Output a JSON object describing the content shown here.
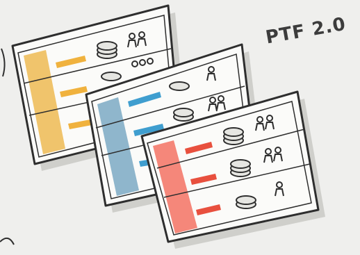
{
  "title": "PTF 2.0",
  "colors": {
    "ink": "#2e2e2e",
    "paper": "#fbfbf9",
    "shadow": "#cfcfcb",
    "background": "#efefed"
  },
  "cards": [
    {
      "name": "card-yellow",
      "accent": "#f0c46c",
      "rows": [
        {
          "coin_stack": 3,
          "people": 2
        },
        {
          "coin_stack": 1,
          "people": 3
        },
        {
          "coin_stack": 0,
          "people": 0
        }
      ]
    },
    {
      "name": "card-blue",
      "accent": "#8fb6cc",
      "rows": [
        {
          "coin_stack": 1,
          "people": 1
        },
        {
          "coin_stack": 2,
          "people": 2
        },
        {
          "coin_stack": 0,
          "people": 0
        }
      ]
    },
    {
      "name": "card-red",
      "accent": "#f5877a",
      "rows": [
        {
          "coin_stack": 3,
          "people": 2
        },
        {
          "coin_stack": 3,
          "people": 2
        },
        {
          "coin_stack": 2,
          "people": 1
        }
      ]
    }
  ]
}
